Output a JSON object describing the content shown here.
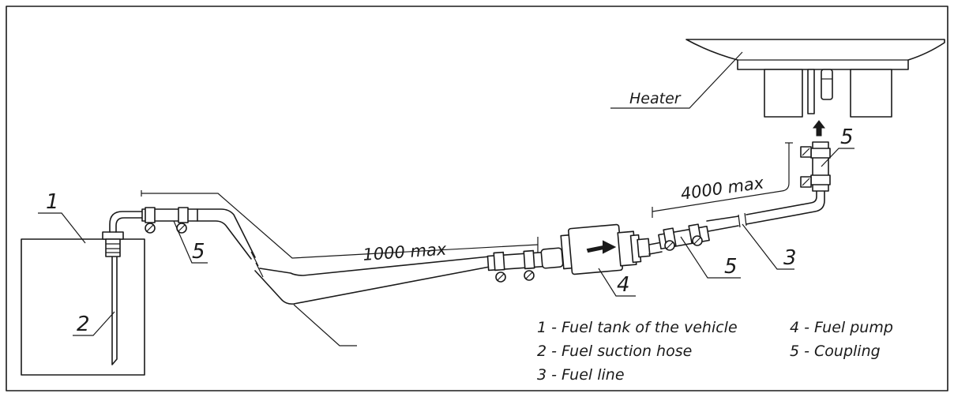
{
  "callouts": {
    "tank": "1",
    "suction_hose": "2",
    "fuel_line": "3",
    "pump": "4",
    "coupling_a": "5",
    "coupling_b": "5",
    "coupling_c": "5"
  },
  "dimensions": {
    "left_segment": "1000 max",
    "right_segment": "4000 max"
  },
  "heater_label": "Heater",
  "legend": [
    "1 - Fuel tank of the vehicle",
    "2 - Fuel suction hose",
    "3 - Fuel line",
    "4 - Fuel pump",
    "5 - Coupling"
  ]
}
